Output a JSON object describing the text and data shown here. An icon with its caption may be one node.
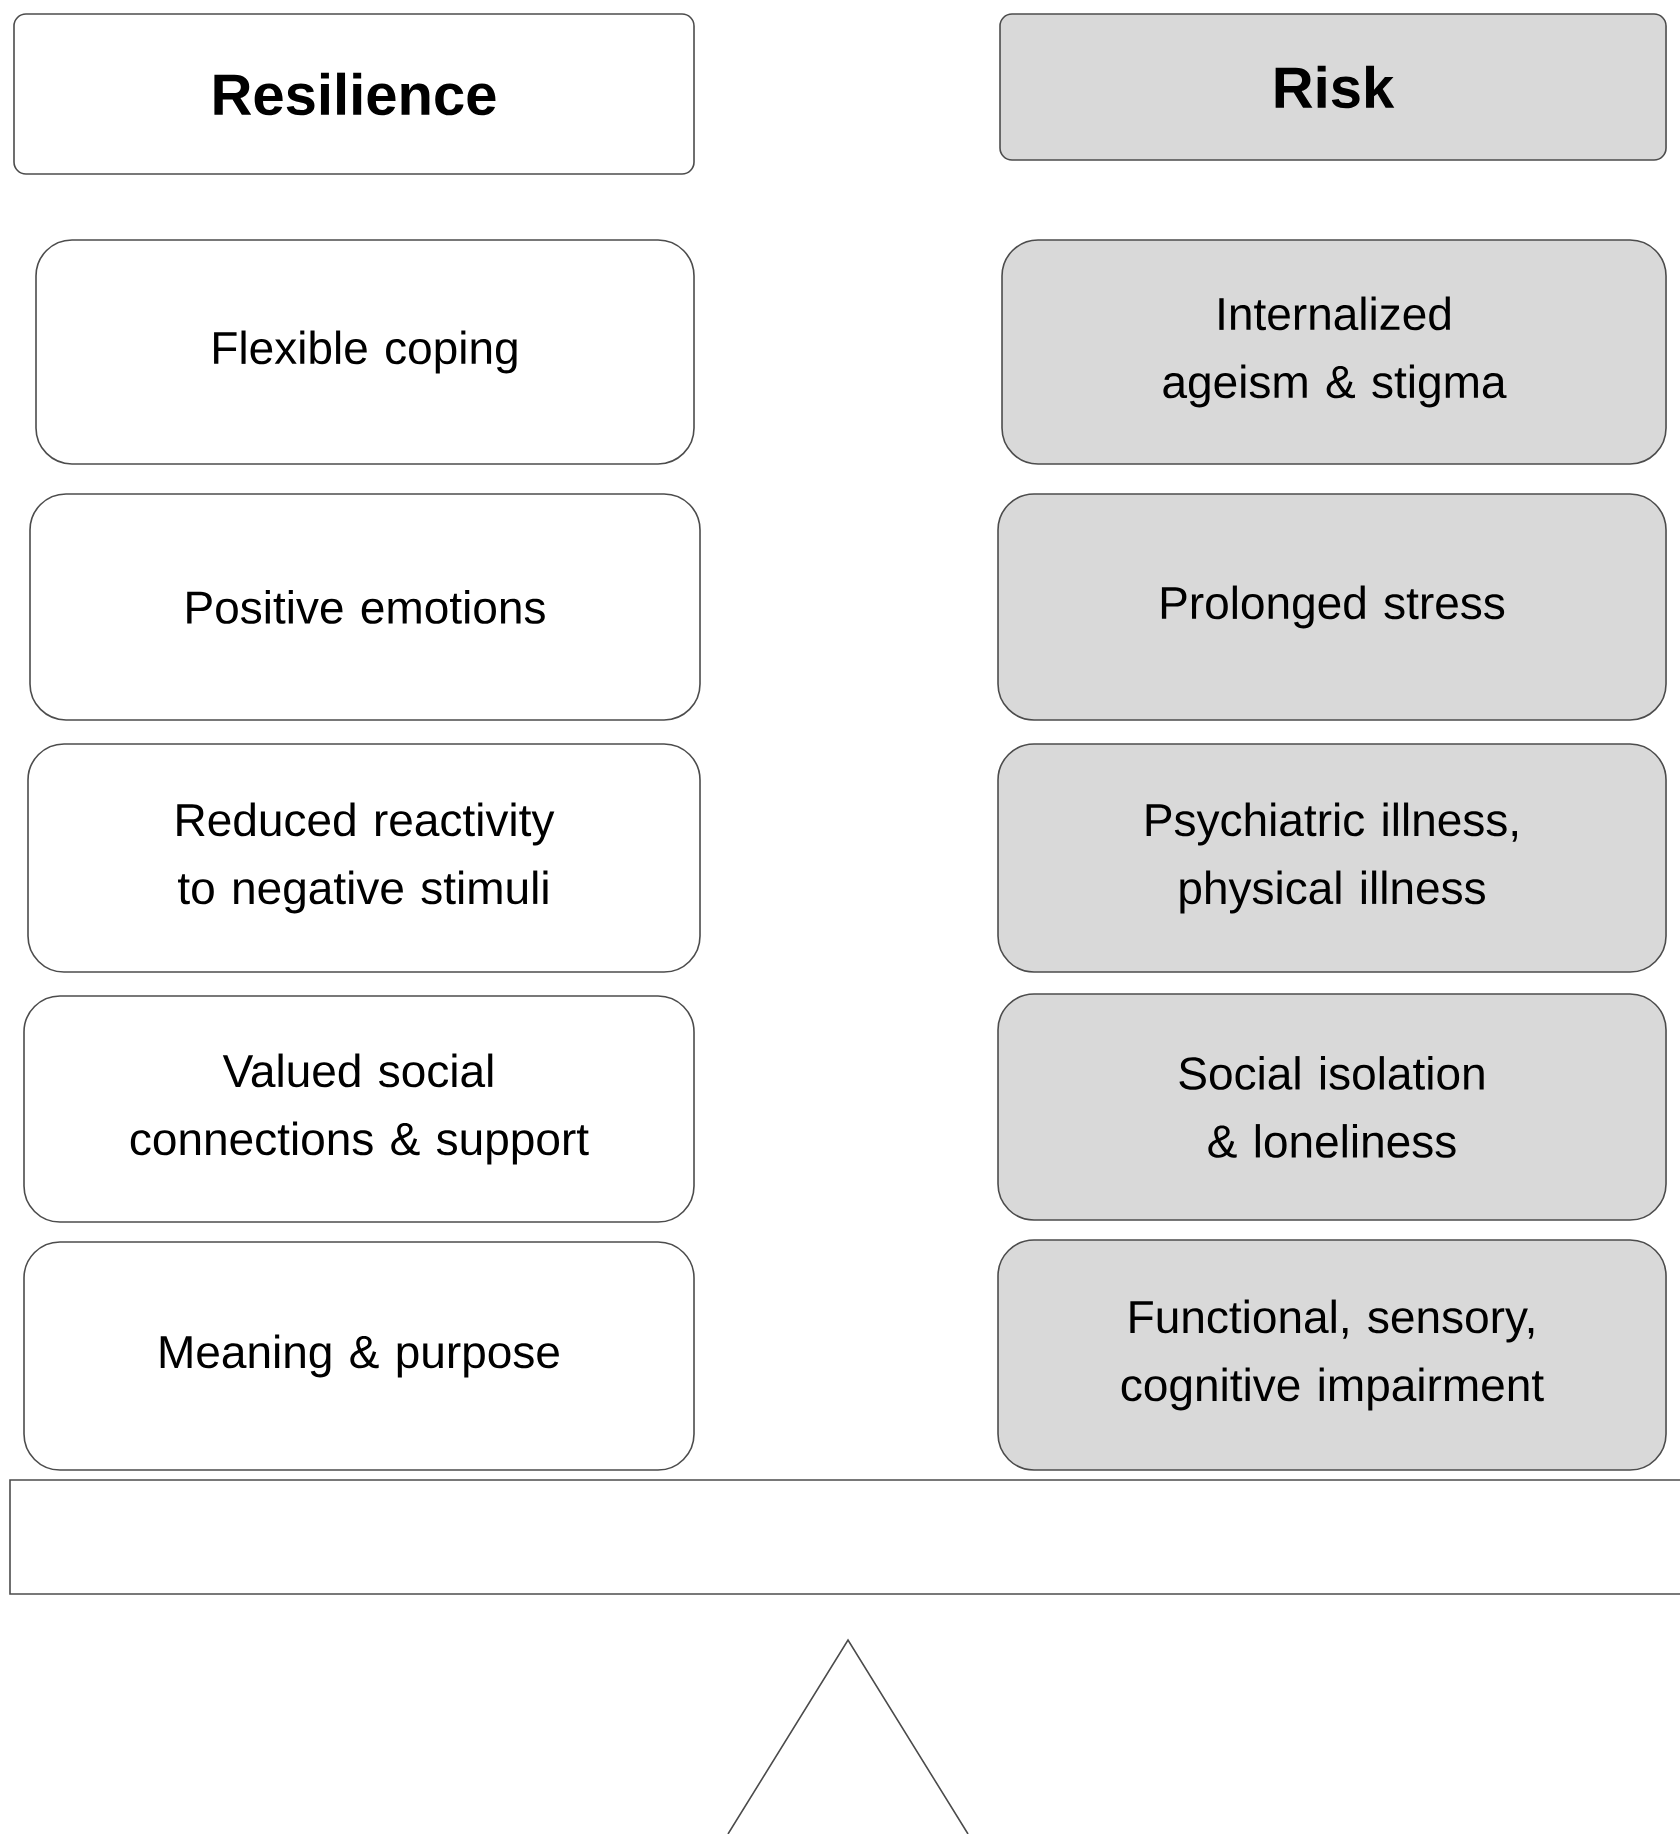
{
  "diagram": {
    "nodes": [
      {
        "text": [
          "Resilience"
        ]
      },
      {
        "text": [
          "Risk"
        ]
      },
      {
        "text": [
          "Flexible coping"
        ]
      },
      {
        "text": [
          "Internalized ageism & stigma"
        ]
      },
      {
        "text": [
          "Positive emotions"
        ]
      },
      {
        "text": [
          "Prolonged stress"
        ]
      },
      {
        "text": [
          "Reduced reactivity to negative stimuli"
        ]
      },
      {
        "text": [
          "Psychiatric illness, physical illness"
        ]
      },
      {
        "text": [
          "Valued social connections & support"
        ]
      },
      {
        "text": [
          "Social isolation & loneliness"
        ]
      },
      {
        "text": [
          "Meaning & purpose"
        ]
      },
      {
        "text": [
          "Functional, sensory, cognitive impairment"
        ]
      },
      {
        "text": [],
        "shape": "box"
      },
      {
        "text": [],
        "shape": "triangle"
      }
    ]
  }
}
